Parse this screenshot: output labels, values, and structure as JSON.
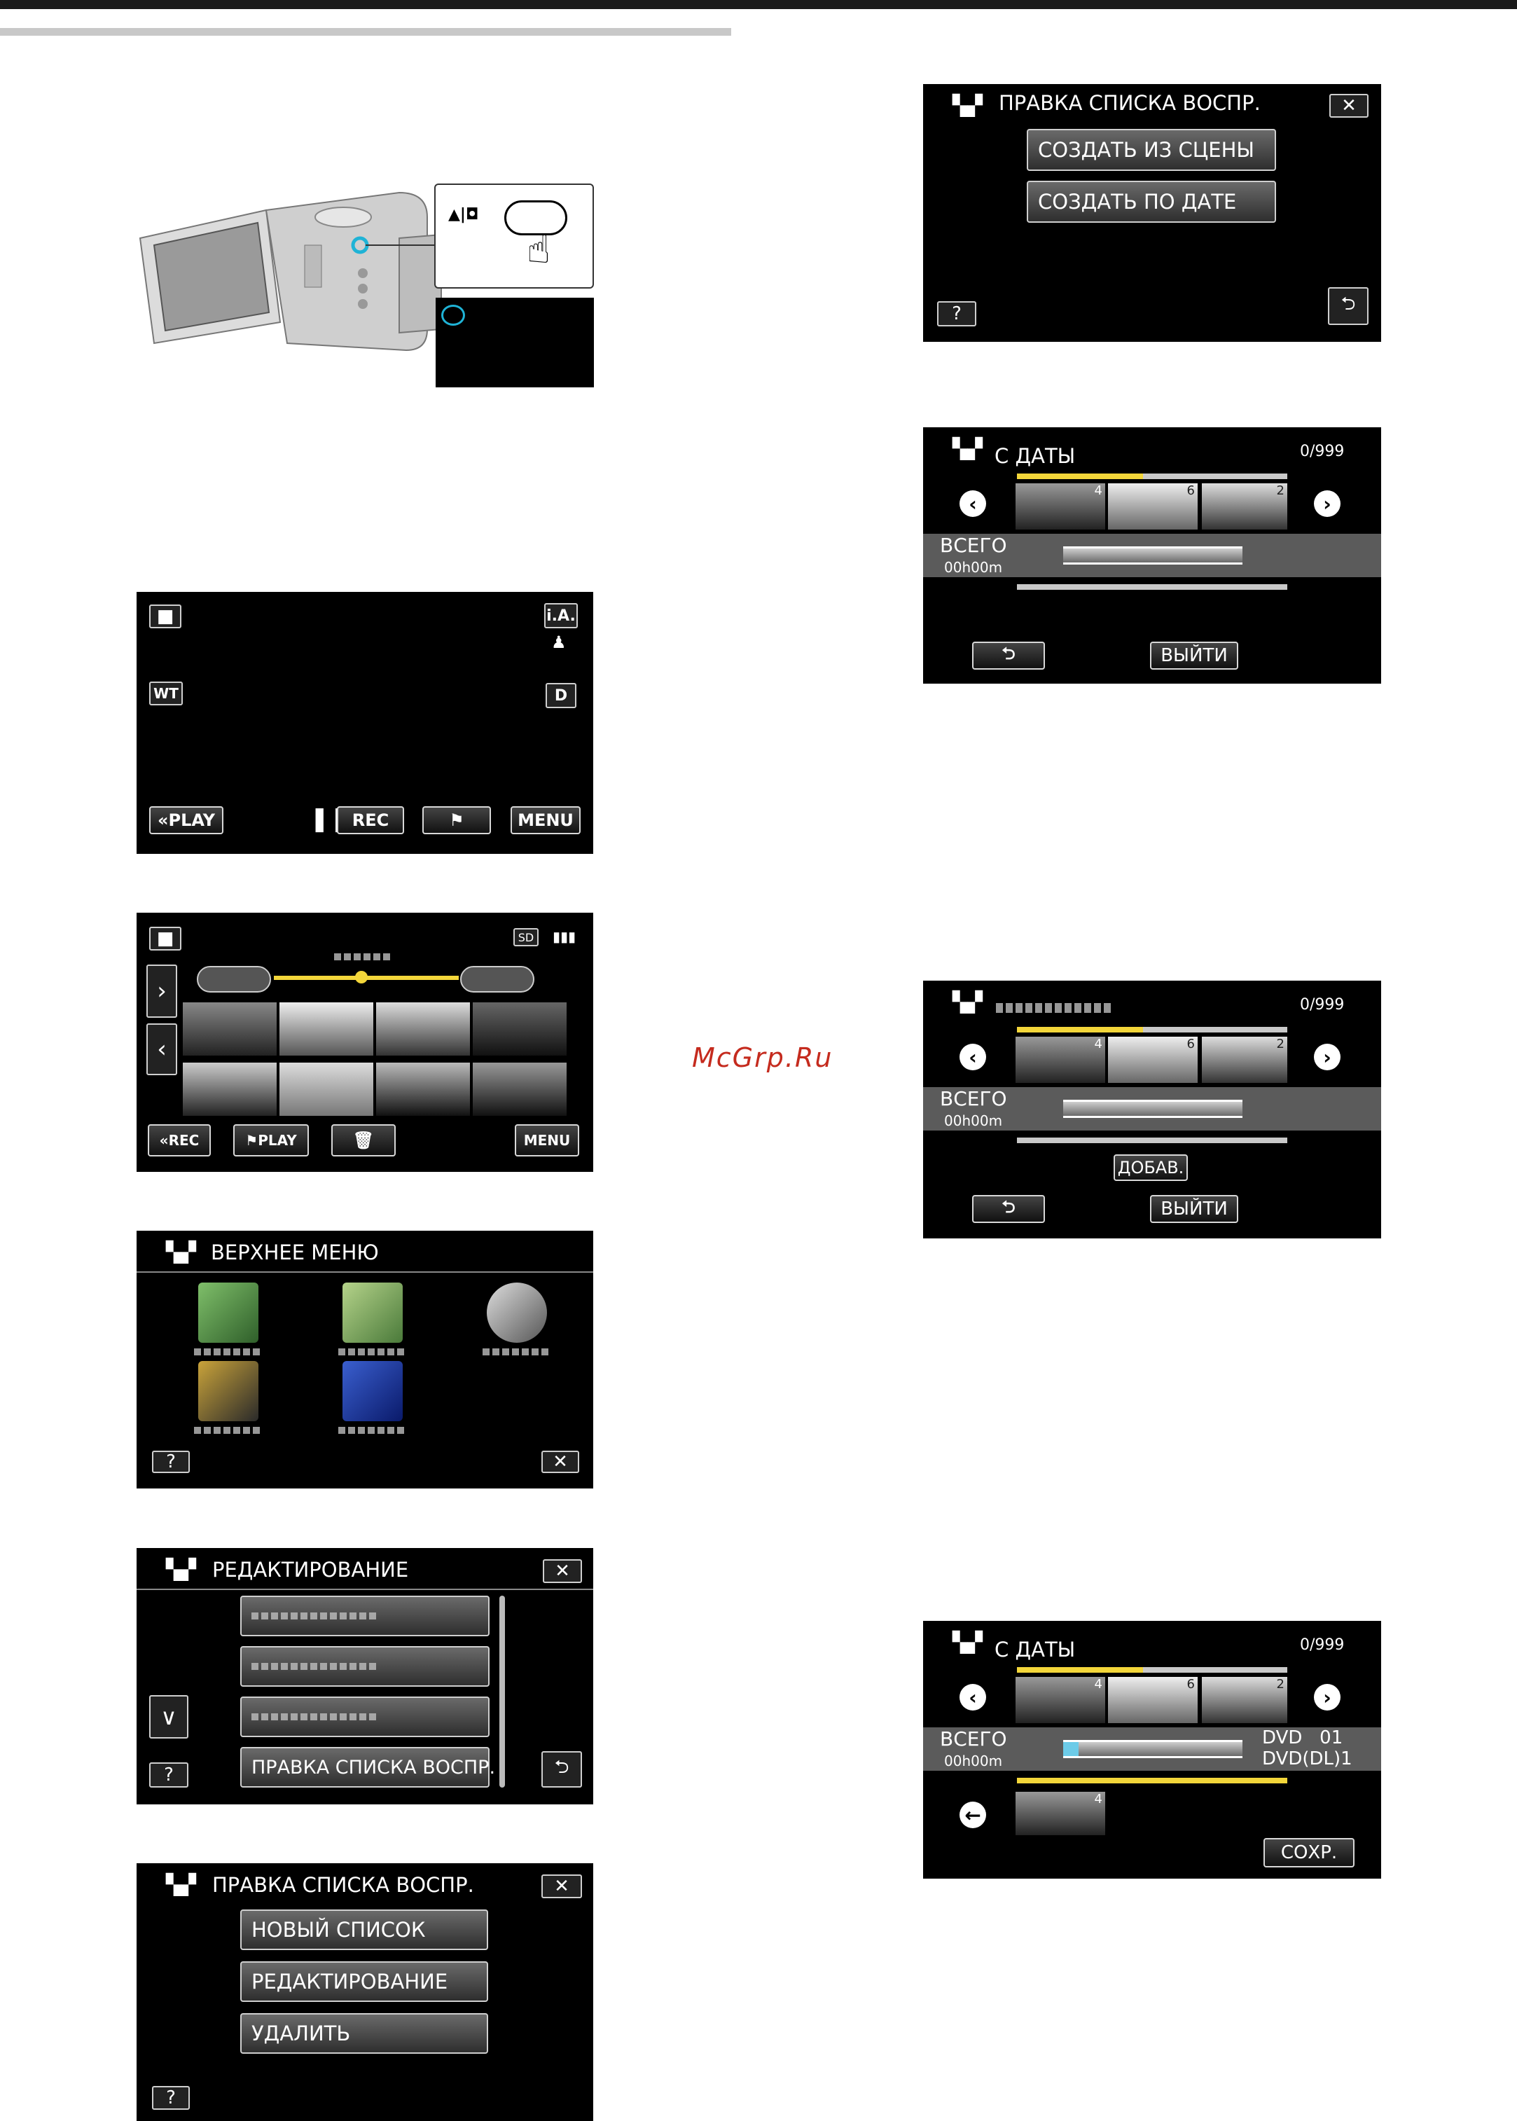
{
  "watermark": "McGrp.Ru",
  "camera_callout": {
    "mode_symbol": "▲|◘"
  },
  "rec_screen": {
    "ia": "i.A.",
    "wt": "WT",
    "d": "D",
    "play": "PLAY",
    "rec": "REC",
    "menu": "MENU"
  },
  "play_screen": {
    "sd": "SD",
    "rec": "REC",
    "play": "PLAY",
    "menu": "MENU"
  },
  "top_menu": {
    "title": "ВЕРХНЕЕ МЕНЮ",
    "help": "?",
    "close": "✕"
  },
  "edit_menu": {
    "title": "РЕДАКТИРОВАНИЕ",
    "last_item": "ПРАВКА СПИСКА ВОСПР.",
    "help": "?",
    "close": "✕",
    "back": "⮌"
  },
  "playlist_menu": {
    "title": "ПРАВКА СПИСКА ВОСПР.",
    "items": [
      "НОВЫЙ СПИСОК",
      "РЕДАКТИРОВАНИЕ",
      "УДАЛИТЬ"
    ],
    "help": "?",
    "close": "✕"
  },
  "create_menu": {
    "title": "ПРАВКА СПИСКА ВОСПР.",
    "items": [
      "СОЗДАТЬ ИЗ СЦЕНЫ",
      "СОЗДАТЬ ПО ДАТЕ"
    ],
    "help": "?",
    "close": "✕",
    "back": "⮌"
  },
  "by_date_1": {
    "title": "С ДАТЫ",
    "counter": "0/999",
    "total": "ВСЕГО",
    "time": "00h00m",
    "back": "⮌",
    "exit": "ВЫЙТИ",
    "thumb_nums": [
      "4",
      "6",
      "2"
    ]
  },
  "by_date_2": {
    "counter": "0/999",
    "total": "ВСЕГО",
    "time": "00h00m",
    "add": "ДОБАВ.",
    "back": "⮌",
    "exit": "ВЫЙТИ",
    "thumb_nums": [
      "4",
      "6",
      "2"
    ]
  },
  "by_date_3": {
    "title": "С ДАТЫ",
    "counter": "0/999",
    "total": "ВСЕГО",
    "time": "00h00m",
    "dvd": "DVD   01",
    "dvd_dl": "DVD(DL)1",
    "save": "СОХР.",
    "thumb_nums": [
      "4",
      "6",
      "2"
    ],
    "selected_num": "4"
  }
}
